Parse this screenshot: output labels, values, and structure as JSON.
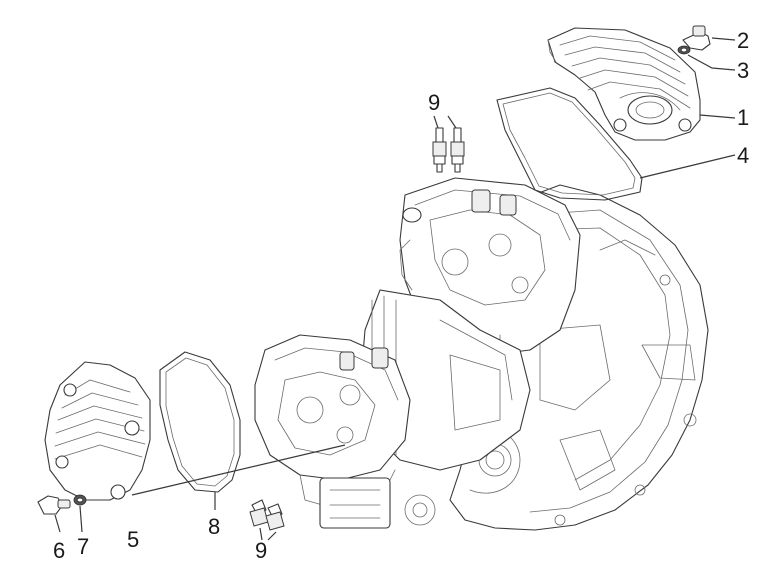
{
  "callouts": [
    {
      "id": "c1",
      "text": "1"
    },
    {
      "id": "c2",
      "text": "2"
    },
    {
      "id": "c3",
      "text": "3"
    },
    {
      "id": "c4",
      "text": "4"
    },
    {
      "id": "c5",
      "text": "5"
    },
    {
      "id": "c6",
      "text": "6"
    },
    {
      "id": "c7",
      "text": "7"
    },
    {
      "id": "c8",
      "text": "8"
    },
    {
      "id": "c9a",
      "text": "9"
    },
    {
      "id": "c9b",
      "text": "9"
    }
  ],
  "colors": {
    "line": "#3a3a3a",
    "background": "#ffffff"
  }
}
